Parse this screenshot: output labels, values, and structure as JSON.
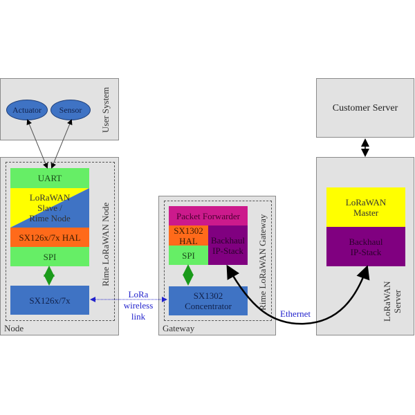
{
  "user_system": {
    "title": "User System",
    "actuator": "Actuator",
    "sensor": "Sensor"
  },
  "node": {
    "outer_label": "Node",
    "inner_label": "Rime LoRaWAN Node",
    "uart": "UART",
    "stack_line1": "LoRaWAN",
    "stack_line2": "Slave /",
    "stack_line3": "Rime Node",
    "hal": "SX126x/7x HAL",
    "spi": "SPI",
    "radio": "SX126x/7x"
  },
  "link": {
    "line1": "LoRa",
    "line2": "wireless",
    "line3": "link"
  },
  "gateway": {
    "outer_label": "Gateway",
    "inner_label": "Rime LoRaWAN Gateway",
    "packet_forwarder": "Packet Forwarder",
    "hal_line1": "SX1302",
    "hal_line2": "HAL",
    "spi": "SPI",
    "backhaul_line1": "Backhaul",
    "backhaul_line2": "IP-Stack",
    "concentrator_line1": "SX1302",
    "concentrator_line2": "Concentrator"
  },
  "ethernet": "Ethernet",
  "customer_server": "Customer Server",
  "server": {
    "label_line1": "LoRaWAN",
    "label_line2": "Server",
    "master_line1": "LoRaWAN",
    "master_line2": "Master",
    "backhaul_line1": "Backhaul",
    "backhaul_line2": "IP-Stack"
  },
  "colors": {
    "green": "#66ee66",
    "orange": "#ff6a1a",
    "blue": "#3f73c4",
    "yellow": "#ffff00",
    "magenta": "#cc1a8c",
    "purple": "#800080",
    "link_blue": "#2222cc"
  }
}
